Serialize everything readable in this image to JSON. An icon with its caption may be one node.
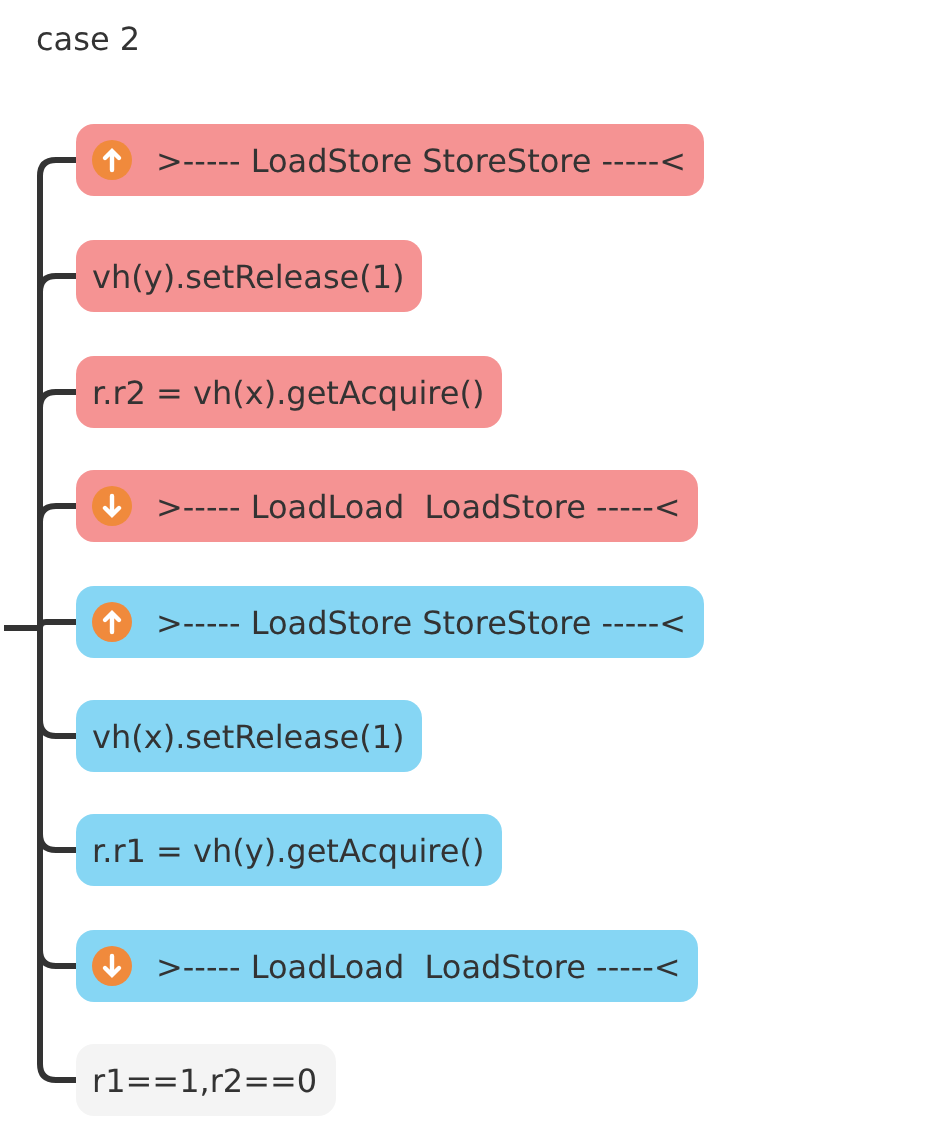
{
  "diagram": {
    "title": "case 2",
    "nodes": [
      {
        "text": [
          ">----- LoadStore StoreStore -----<"
        ]
      },
      {
        "text": [
          "vh(y).setRelease(1)"
        ]
      },
      {
        "text": [
          "r.r2 = vh(x).getAcquire()"
        ]
      },
      {
        "text": [
          ">----- LoadLoad  LoadStore -----<"
        ]
      },
      {
        "text": [
          ">----- LoadStore StoreStore -----<"
        ]
      },
      {
        "text": [
          "vh(x).setRelease(1)"
        ]
      },
      {
        "text": [
          "r.r1 = vh(y).getAcquire()"
        ]
      },
      {
        "text": [
          ">----- LoadLoad  LoadStore -----<"
        ]
      },
      {
        "text": [
          "r1==1,r2==0"
        ]
      }
    ],
    "edges": [
      {
        "from": null,
        "to": 0,
        "arrow": "none"
      },
      {
        "from": null,
        "to": 1,
        "arrow": "none"
      },
      {
        "from": null,
        "to": 2,
        "arrow": "none"
      },
      {
        "from": null,
        "to": 3,
        "arrow": "none"
      },
      {
        "from": null,
        "to": 4,
        "arrow": "none"
      },
      {
        "from": null,
        "to": 5,
        "arrow": "none"
      },
      {
        "from": null,
        "to": 6,
        "arrow": "none"
      },
      {
        "from": null,
        "to": 7,
        "arrow": "none"
      },
      {
        "from": null,
        "to": 8,
        "arrow": "none"
      }
    ]
  }
}
